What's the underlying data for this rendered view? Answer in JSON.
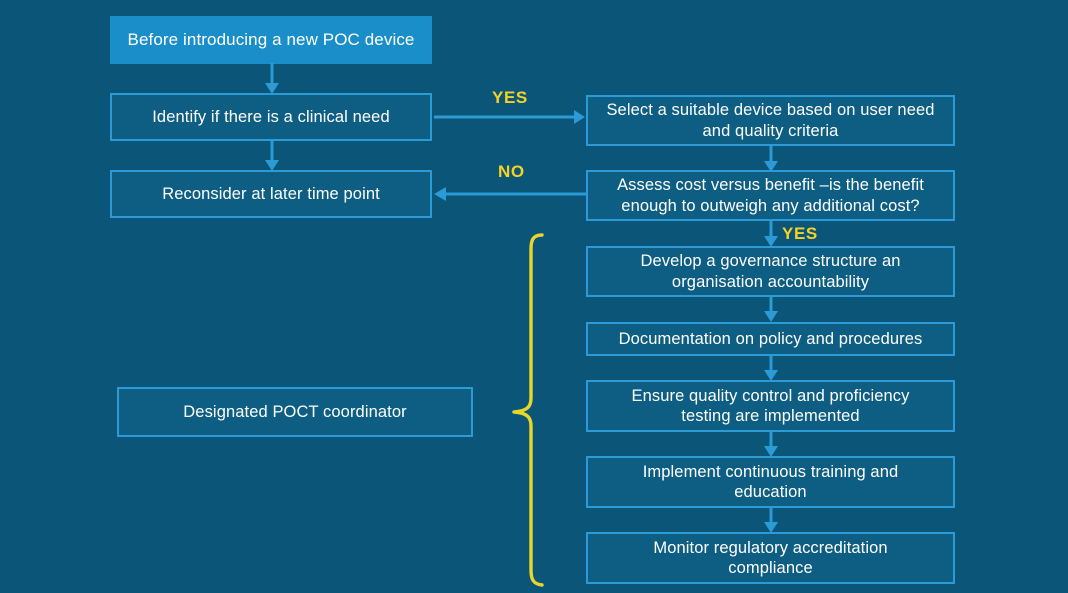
{
  "diagram": {
    "title": "Before introducing a new POC device",
    "background_color": "#0a5578",
    "box_fill_color": "#0d5e82",
    "box_border_color": "#2b9ad6",
    "header_fill_color": "#1a8ec9",
    "accent_color": "#f5d324",
    "arrow_color": "#2b9ad6",
    "text_color": "#ffffff"
  },
  "nodes": {
    "header": "Before introducing a new POC device",
    "clinical_need": "Identify if there is a clinical need",
    "reconsider": "Reconsider at later time point",
    "poct_coordinator": "Designated POCT coordinator",
    "select_device_line1": "Select a suitable device based on user need",
    "select_device_line2": "and quality criteria",
    "assess_cost_line1": "Assess cost versus benefit –is the benefit",
    "assess_cost_line2": "enough to outweigh any additional cost?",
    "governance_line1": "Develop a governance structure an",
    "governance_line2": "organisation accountability",
    "documentation": "Documentation on policy and procedures",
    "quality_control_line1": "Ensure quality control and proficiency",
    "quality_control_line2": "testing are implemented",
    "training_line1": "Implement continuous training and",
    "training_line2": "education",
    "monitor_line1": "Monitor regulatory accreditation",
    "monitor_line2": "compliance"
  },
  "branch_labels": {
    "yes_horizontal": "YES",
    "no_horizontal": "NO",
    "yes_vertical": "YES"
  }
}
